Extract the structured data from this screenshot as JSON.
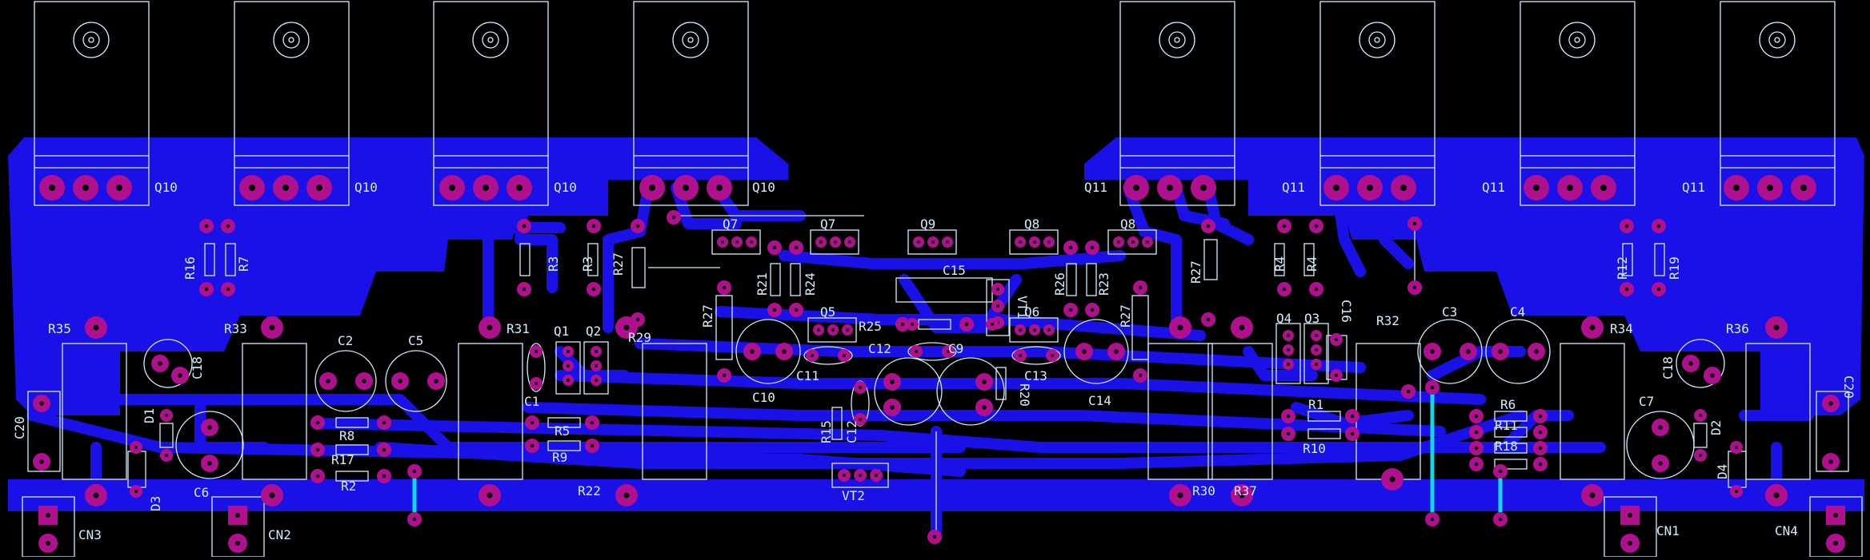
{
  "board": {
    "colors": {
      "background": "#000000",
      "copper": "#1a10e8",
      "pad": "#b0108e",
      "silkscreen": "#cfefff",
      "jumper": "#10d8e8"
    },
    "transistor_labels": [
      "Q10",
      "Q10",
      "Q10",
      "Q10",
      "Q11",
      "Q11",
      "Q11",
      "Q11"
    ],
    "labels": {
      "r16": "R16",
      "r7": "R7",
      "r3a": "R3",
      "r3b": "R3",
      "r27a": "R27",
      "r27b": "R27",
      "r21": "R21",
      "r24": "R24",
      "r25": "R25",
      "r26": "R26",
      "r23": "R23",
      "r27c": "R27",
      "r27d": "R27",
      "r4a": "R4",
      "r4b": "R4",
      "r12": "R12",
      "r19": "R19",
      "r35": "R35",
      "r33": "R33",
      "r31": "R31",
      "r29": "R29",
      "r32": "R32",
      "r34": "R34",
      "r36": "R36",
      "q7a": "Q7",
      "q7b": "Q7",
      "q9": "Q9",
      "q8a": "Q8",
      "q8b": "Q8",
      "q5": "Q5",
      "q6": "Q6",
      "q1": "Q1",
      "q2": "Q2",
      "q4": "Q4",
      "q3": "Q3",
      "c15": "C15",
      "vt1": "VT1",
      "c18a": "C18",
      "c18b": "C18",
      "c2": "C2",
      "c5": "C5",
      "c3": "C3",
      "c4": "C4",
      "c16": "C16",
      "c10": "C10",
      "c11": "C11",
      "c12a": "C12",
      "c9": "C9",
      "c13": "C13",
      "c14": "C14",
      "c12b": "C12",
      "c1": "C1",
      "c6": "C6",
      "c7": "C7",
      "c20a": "C20",
      "c20b": "C20",
      "d1": "D1",
      "d3": "D3",
      "d2": "D2",
      "d4": "D4",
      "r15": "R15",
      "r20": "R20",
      "r5": "R5",
      "r9": "R9",
      "r8": "R8",
      "r17": "R17",
      "r2": "R2",
      "r1": "R1",
      "r10": "R10",
      "r6": "R6",
      "r11": "R11",
      "r18": "R18",
      "r22": "R22",
      "r30": "R30",
      "r37": "R37",
      "vt2": "VT2",
      "cn3": "CN3",
      "cn2": "CN2",
      "cn1": "CN1",
      "cn4": "CN4"
    }
  }
}
